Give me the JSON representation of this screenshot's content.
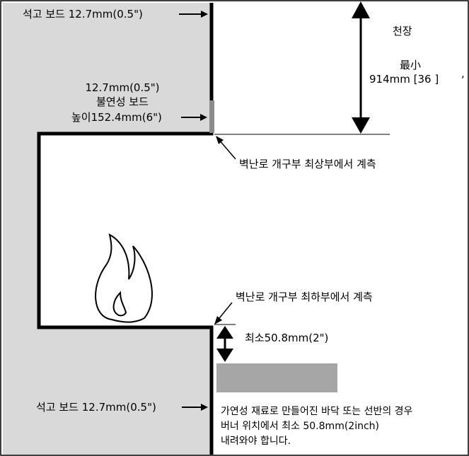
{
  "labels": {
    "gypsum_top": "석고 보드 12.7mm(0.5\")",
    "noncomb_line1": "12.7mm(0.5\")",
    "noncomb_line2": "불연성 보드",
    "noncomb_line3": "높이152.4mm(6\")",
    "ceiling": "천장",
    "min_label": "最小",
    "min_value": "914mm [36  ]",
    "stray_mark": ",",
    "measure_top": "벽난로 개구부 최상부에서 계측",
    "measure_bottom": "벽난로 개구부 최하부에서 계측",
    "min_bottom": "최소50.8mm(2\")",
    "gypsum_bottom": "석고 보드 12.7mm(0.5\")",
    "note_line1": "가연성 재료로 만들어진 바닥 또는 선반의 경우",
    "note_line2": "버너 위치에서 최소 50.8mm(2inch)",
    "note_line3": "내려와야 합니다."
  },
  "colors": {
    "wall": "#d9d9d9",
    "noncombustible_board": "#8c8c8c",
    "shelf": "#a6a6a6",
    "line": "#000000"
  }
}
